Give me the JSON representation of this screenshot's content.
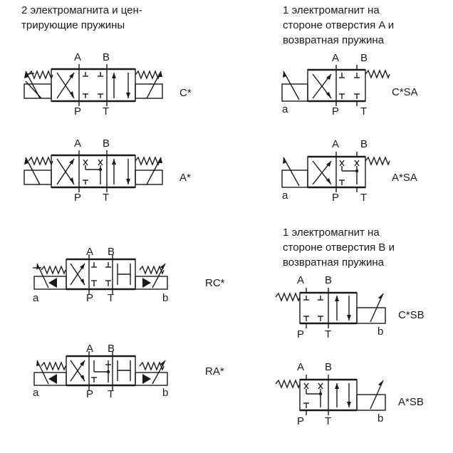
{
  "sections": {
    "two_solenoids": {
      "title_line1": "2 электромагнита и цен-",
      "title_line2": "трирующие пружины"
    },
    "one_solenoid_a": {
      "title_line1": "1 электромагнит на",
      "title_line2": "стороне отверстия A и",
      "title_line3": "возвратная пружина"
    },
    "one_solenoid_b": {
      "title_line1": "1 электромагнит на",
      "title_line2": "стороне отверстия B и",
      "title_line3": "возвратная пружина"
    }
  },
  "symbols": [
    {
      "code": "C*",
      "port_a": "A",
      "port_b": "B",
      "port_p": "P",
      "port_t": "T"
    },
    {
      "code": "A*",
      "port_a": "A",
      "port_b": "B",
      "port_p": "P",
      "port_t": "T"
    },
    {
      "code": "RC*",
      "port_a": "A",
      "port_b": "B",
      "port_p": "P",
      "port_t": "T",
      "sol_a": "a",
      "sol_b": "b"
    },
    {
      "code": "RA*",
      "port_a": "A",
      "port_b": "B",
      "port_p": "P",
      "port_t": "T",
      "sol_a": "a",
      "sol_b": "b"
    },
    {
      "code": "C*SA",
      "port_a": "A",
      "port_b": "B",
      "port_p": "P",
      "port_t": "T",
      "sol_a": "a"
    },
    {
      "code": "A*SA",
      "port_a": "A",
      "port_b": "B",
      "port_p": "P",
      "port_t": "T",
      "sol_a": "a"
    },
    {
      "code": "C*SB",
      "port_a": "A",
      "port_b": "B",
      "port_p": "P",
      "port_t": "T",
      "sol_b": "b"
    },
    {
      "code": "A*SB",
      "port_a": "A",
      "port_b": "B",
      "port_p": "P",
      "port_t": "T",
      "sol_b": "b"
    }
  ]
}
